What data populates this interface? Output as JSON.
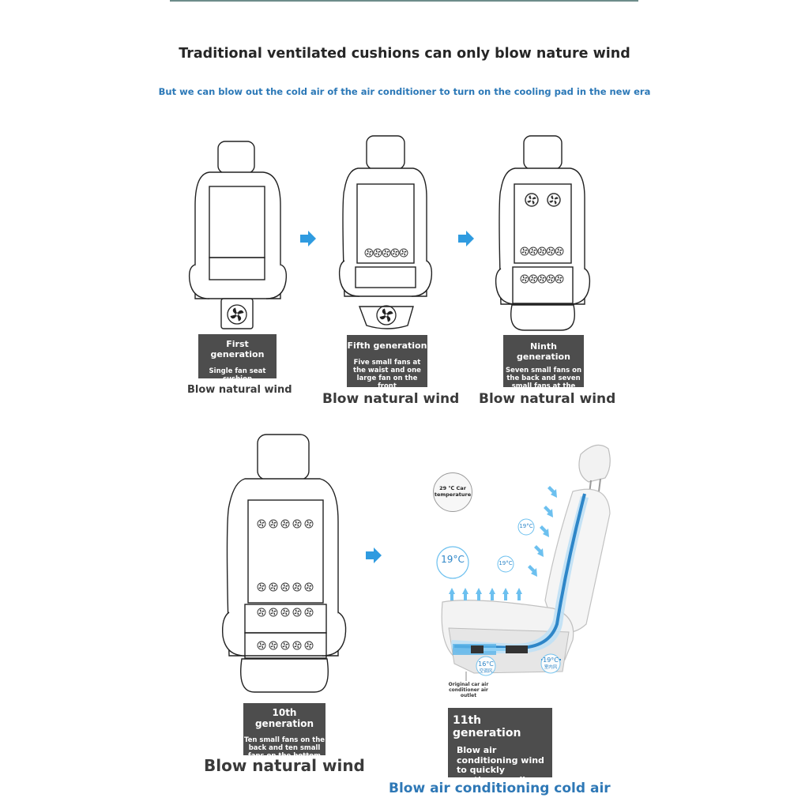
{
  "header": {
    "title": "Traditional ventilated cushions can only blow nature wind",
    "subtitle": "But we can blow out the cold air of the air conditioner to turn on the cooling pad in the new era"
  },
  "generations": [
    {
      "title": "First generation",
      "desc": "Single fan seat cushion",
      "caption": "Blow natural wind"
    },
    {
      "title": "Fifth generation",
      "desc": "Five small fans at the waist and one large fan on the front",
      "caption": "Blow natural wind"
    },
    {
      "title": "Ninth generation",
      "desc": "Seven small fans on the back and seven small fans at the bottom",
      "caption": "Blow natural wind"
    },
    {
      "title": "10th generation",
      "desc": "Ten small fans on the back and ten small fans on the bottom",
      "caption": "Blow natural wind"
    },
    {
      "title": "11th generation",
      "desc": "Blow air conditioning wind to quickly continue cooling",
      "caption": "Blow air conditioning cold air"
    }
  ],
  "diagram": {
    "gauge_label": "29 ℃ Car temperature",
    "temp_big": "19°C",
    "temp_small_1": "19°C",
    "temp_small_2": "19°C",
    "temp_bottom_left": "16°C",
    "temp_bottom_left_sub": "空调风",
    "temp_bottom_right": "19°C",
    "temp_bottom_right_sub": "室内风",
    "outlet_label": "Original car air conditioner air outlet"
  },
  "colors": {
    "accent_blue": "#2e78b6",
    "arrow_blue": "#2f9be0",
    "box_dark": "#4d4d4d"
  }
}
